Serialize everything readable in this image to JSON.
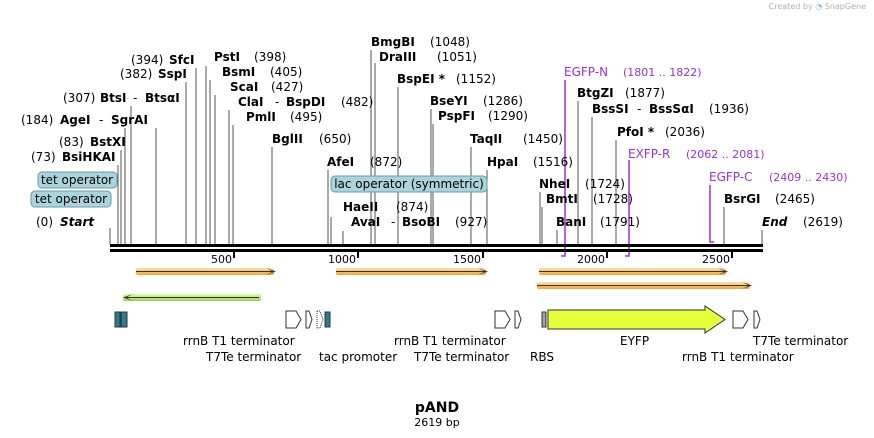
{
  "watermark": {
    "prefix": "Created by",
    "brand": "SnapGene"
  },
  "plasmid": {
    "name": "pAND",
    "size_label": "2619 bp",
    "length": 2619
  },
  "sites": [
    {
      "name": "Start",
      "pos_label": "(0)",
      "italic": true,
      "bp": 0
    },
    {
      "name": "BsiHKAI",
      "pos_label": "(73)",
      "bp": 73
    },
    {
      "name": "BstXI",
      "pos_label": "(83)",
      "bp": 83
    },
    {
      "name": "AgeI",
      "pos_label": "(184)",
      "bp": 184,
      "pair": "SgrAI"
    },
    {
      "name": "BtsI",
      "pos_label": "(307)",
      "bp": 307,
      "pair": "BtsαI"
    },
    {
      "name": "SspI",
      "pos_label": "(382)",
      "bp": 382
    },
    {
      "name": "SfcI",
      "pos_label": "(394)",
      "bp": 394
    },
    {
      "name": "PstI",
      "pos_label": "(398)",
      "bp": 398
    },
    {
      "name": "BsmI",
      "pos_label": "(405)",
      "bp": 405
    },
    {
      "name": "ScaI",
      "pos_label": "(427)",
      "bp": 427
    },
    {
      "name": "ClaI",
      "pos_label": "(482)",
      "bp": 482,
      "pair": "BspDI"
    },
    {
      "name": "PmlI",
      "pos_label": "(495)",
      "bp": 495
    },
    {
      "name": "BglII",
      "pos_label": "(650)",
      "bp": 650
    },
    {
      "name": "AfeI",
      "pos_label": "(872)",
      "bp": 872
    },
    {
      "name": "HaeII",
      "pos_label": "(874)",
      "bp": 874
    },
    {
      "name": "AvaI",
      "pos_label": "(927)",
      "bp": 927,
      "pair": "BsoBI"
    },
    {
      "name": "BmgBI",
      "pos_label": "(1048)",
      "bp": 1048
    },
    {
      "name": "DraIII",
      "pos_label": "(1051)",
      "bp": 1051
    },
    {
      "name": "BspEI *",
      "pos_label": "(1152)",
      "bp": 1152
    },
    {
      "name": "BseYI",
      "pos_label": "(1286)",
      "bp": 1286
    },
    {
      "name": "PspFI",
      "pos_label": "(1290)",
      "bp": 1290
    },
    {
      "name": "TaqII",
      "pos_label": "(1450)",
      "bp": 1450
    },
    {
      "name": "HpaI",
      "pos_label": "(1516)",
      "bp": 1516
    },
    {
      "name": "NheI",
      "pos_label": "(1724)",
      "bp": 1724
    },
    {
      "name": "BmtI",
      "pos_label": "(1728)",
      "bp": 1728
    },
    {
      "name": "BanI",
      "pos_label": "(1791)",
      "bp": 1791
    },
    {
      "name": "BtgZI",
      "pos_label": "(1877)",
      "bp": 1877
    },
    {
      "name": "BssSI",
      "pos_label": "(1936)",
      "bp": 1936,
      "pair": "BssSαI"
    },
    {
      "name": "PfoI *",
      "pos_label": "(2036)",
      "bp": 2036
    },
    {
      "name": "BsrGI",
      "pos_label": "(2465)",
      "bp": 2465
    },
    {
      "name": "End",
      "pos_label": "(2619)",
      "italic": true,
      "bp": 2619
    }
  ],
  "primers": [
    {
      "name": "EGFP-N",
      "range": "(1801 .. 1822)"
    },
    {
      "name": "EXFP-R",
      "range": "(2062 .. 2081)"
    },
    {
      "name": "EGFP-C",
      "range": "(2409 .. 2430)"
    }
  ],
  "operators": [
    {
      "label": "tet operator"
    },
    {
      "label": "tet operator"
    },
    {
      "label": "lac operator (symmetric)"
    }
  ],
  "ruler": {
    "ticks": [
      "500",
      "1000",
      "1500",
      "2000",
      "2500"
    ]
  },
  "features": [
    {
      "label": "rrnB T1 terminator"
    },
    {
      "label": "T7Te terminator"
    },
    {
      "label": "tac promoter"
    },
    {
      "label": "rrnB T1 terminator"
    },
    {
      "label": "T7Te terminator"
    },
    {
      "label": "RBS"
    },
    {
      "label": "EYFP"
    },
    {
      "label": "rrnB T1 terminator"
    },
    {
      "label": "T7Te terminator"
    }
  ],
  "colors": {
    "operator_fill": "#a9d4dc",
    "orf_orange": "#f5a623",
    "orf_green": "#8fd14f",
    "eyfp_fill": "#e6ff3a",
    "primer": "#9b30d9",
    "small_feature": "#2a7d8f"
  }
}
